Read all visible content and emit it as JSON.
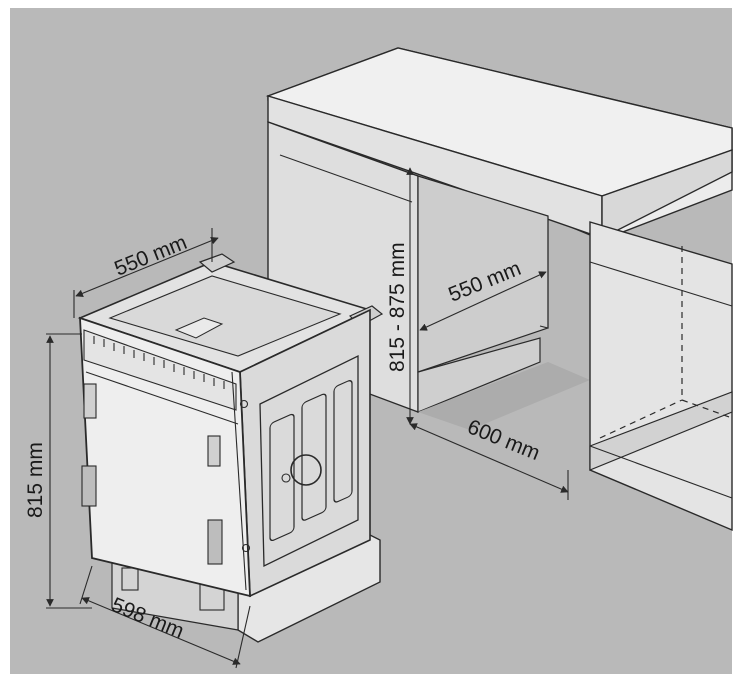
{
  "colors": {
    "background": "#b9b9b9",
    "surface_light": "#e9e9e9",
    "surface_mid": "#d6d6d6",
    "surface_dark": "#c4c4c4",
    "line": "#2a2a2a"
  },
  "dimensions": {
    "top_depth": "550 mm",
    "recess_height": "815 - 875 mm",
    "recess_depth": "550 mm",
    "recess_width": "600 mm",
    "appliance_height": "815 mm",
    "appliance_width": "598 mm"
  }
}
